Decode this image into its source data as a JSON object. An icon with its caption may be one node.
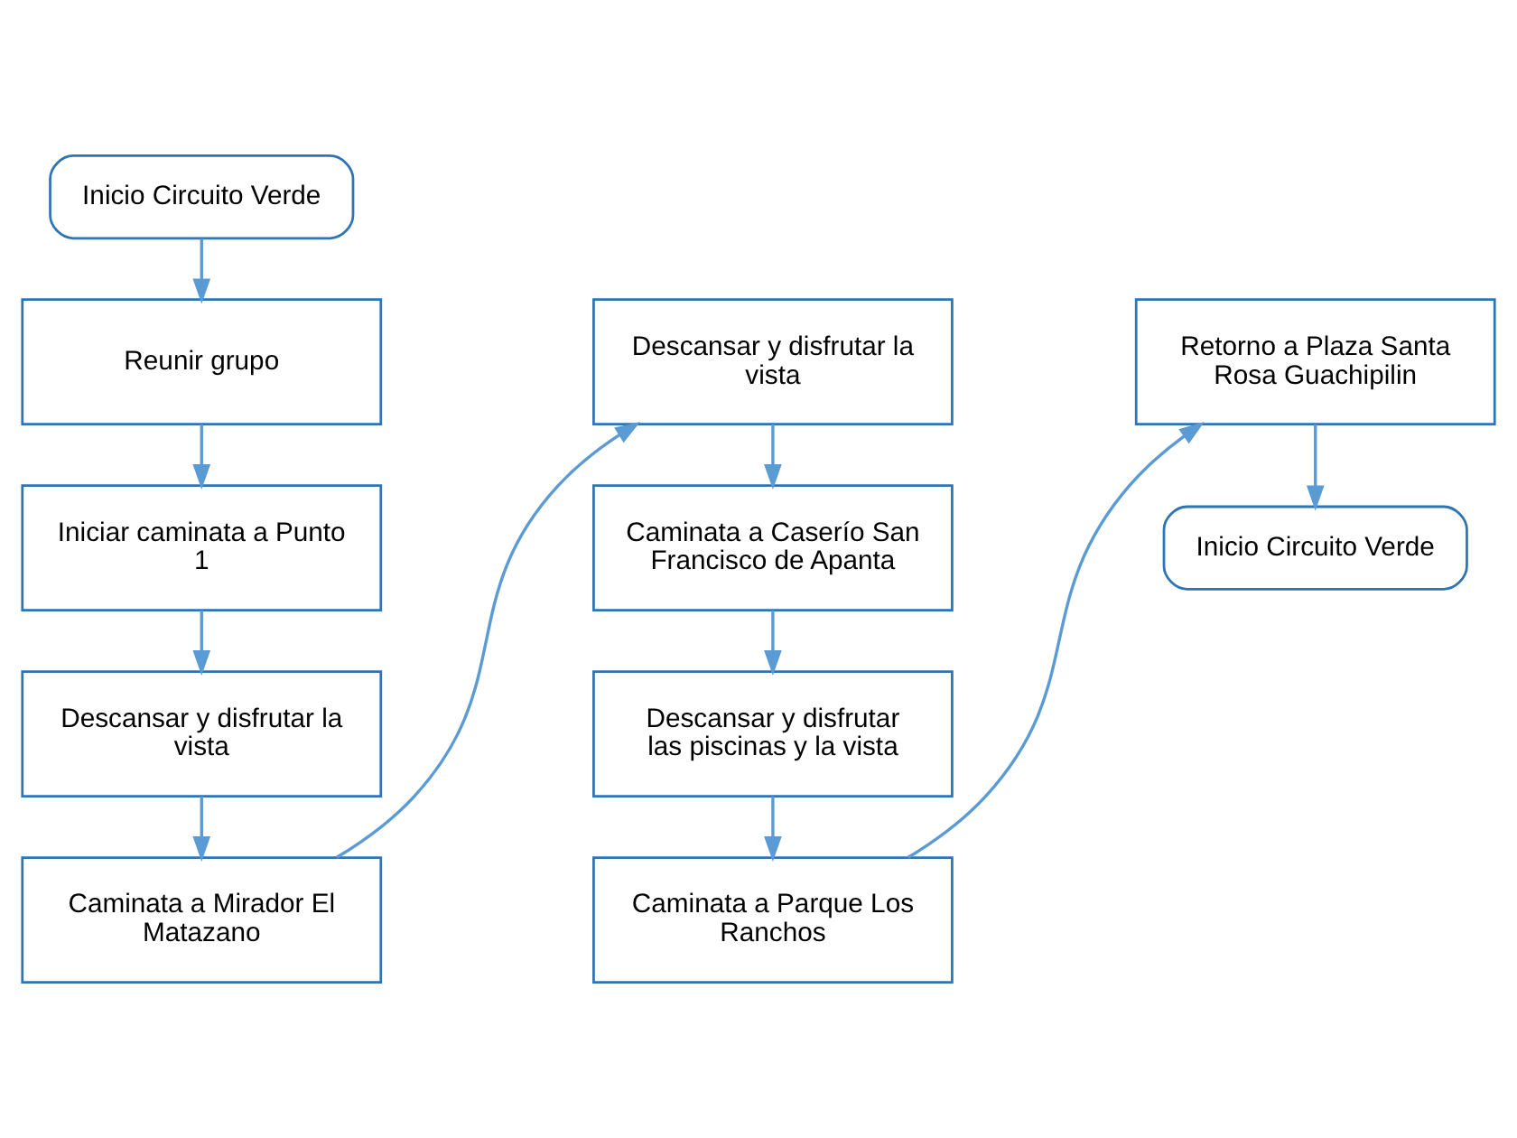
{
  "diagram": {
    "nodes": [
      {
        "text": [
          "Inicio Circuito Verde"
        ]
      },
      {
        "text": [
          "Reunir grupo"
        ]
      },
      {
        "text": [
          "Iniciar caminata a Punto 1"
        ]
      },
      {
        "text": [
          "Descansar y disfrutar la vista"
        ]
      },
      {
        "text": [
          "Caminata a Mirador El Matazano"
        ]
      },
      {
        "text": [
          "Descansar y disfrutar la vista"
        ]
      },
      {
        "text": [
          "Caminata a Caserío San Francisco de Apanta"
        ]
      },
      {
        "text": [
          "Descansar y disfrutar las piscinas y la vista"
        ]
      },
      {
        "text": [
          "Caminata a Parque Los Ranchos"
        ]
      },
      {
        "text": [
          "Retorno a Plaza Santa Rosa Guachipilin"
        ]
      },
      {
        "text": [
          "Inicio Circuito Verde"
        ]
      }
    ],
    "edges": [
      {
        "from": 0,
        "to": 1,
        "arrow": "to"
      },
      {
        "from": 1,
        "to": 2,
        "arrow": "to"
      },
      {
        "from": 2,
        "to": 3,
        "arrow": "to"
      },
      {
        "from": 3,
        "to": 4,
        "arrow": "to"
      },
      {
        "from": 4,
        "to": 5,
        "arrow": "to"
      },
      {
        "from": 5,
        "to": 6,
        "arrow": "to"
      },
      {
        "from": 6,
        "to": 7,
        "arrow": "to"
      },
      {
        "from": 7,
        "to": 8,
        "arrow": "to"
      },
      {
        "from": 8,
        "to": 9,
        "arrow": "to"
      },
      {
        "from": 9,
        "to": 10,
        "arrow": "to"
      }
    ]
  }
}
